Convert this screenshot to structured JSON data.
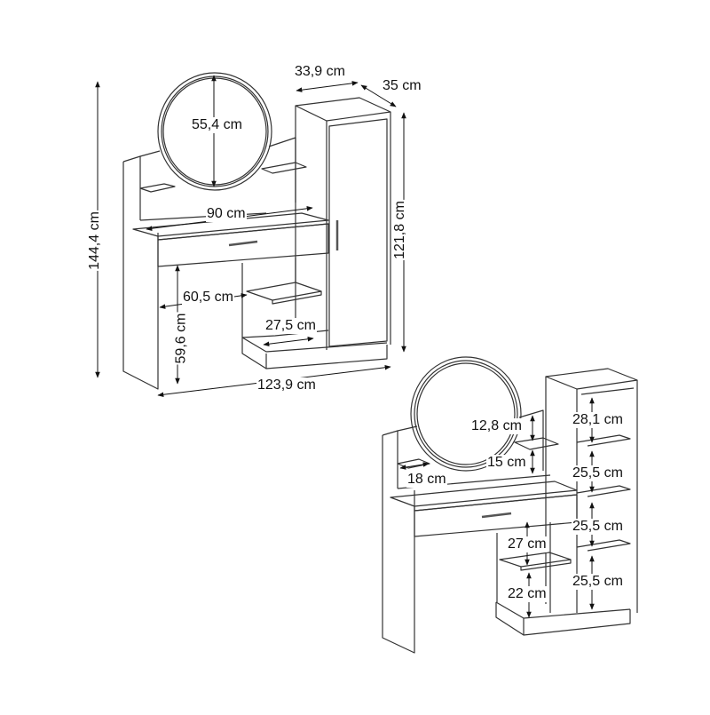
{
  "diagram": {
    "type": "furniture-dimension-drawing",
    "colors": {
      "line": "#2a2a2a",
      "arrow": "#111111",
      "background": "#ffffff"
    },
    "view_front": {
      "labels": {
        "cabinet_width": "33,9 cm",
        "cabinet_depth": "35 cm",
        "mirror_diameter": "55,4 cm",
        "total_height": "144,4 cm",
        "cabinet_height": "121,8 cm",
        "desk_width": "90 cm",
        "knee_width": "60,5 cm",
        "desk_height": "59,6 cm",
        "shelf_width": "27,5 cm",
        "total_width": "123,9 cm"
      }
    },
    "view_open": {
      "labels": {
        "upper_shelf_gap": "12,8 cm",
        "lower_shelf_gap": "15 cm",
        "small_shelf_width": "18 cm",
        "cabinet_shelf_1": "28,1 cm",
        "cabinet_shelf_2": "25,5 cm",
        "cabinet_shelf_3": "25,5 cm",
        "cabinet_shelf_4": "25,5 cm",
        "desk_shelf_upper": "27 cm",
        "desk_shelf_lower": "22 cm"
      }
    }
  }
}
